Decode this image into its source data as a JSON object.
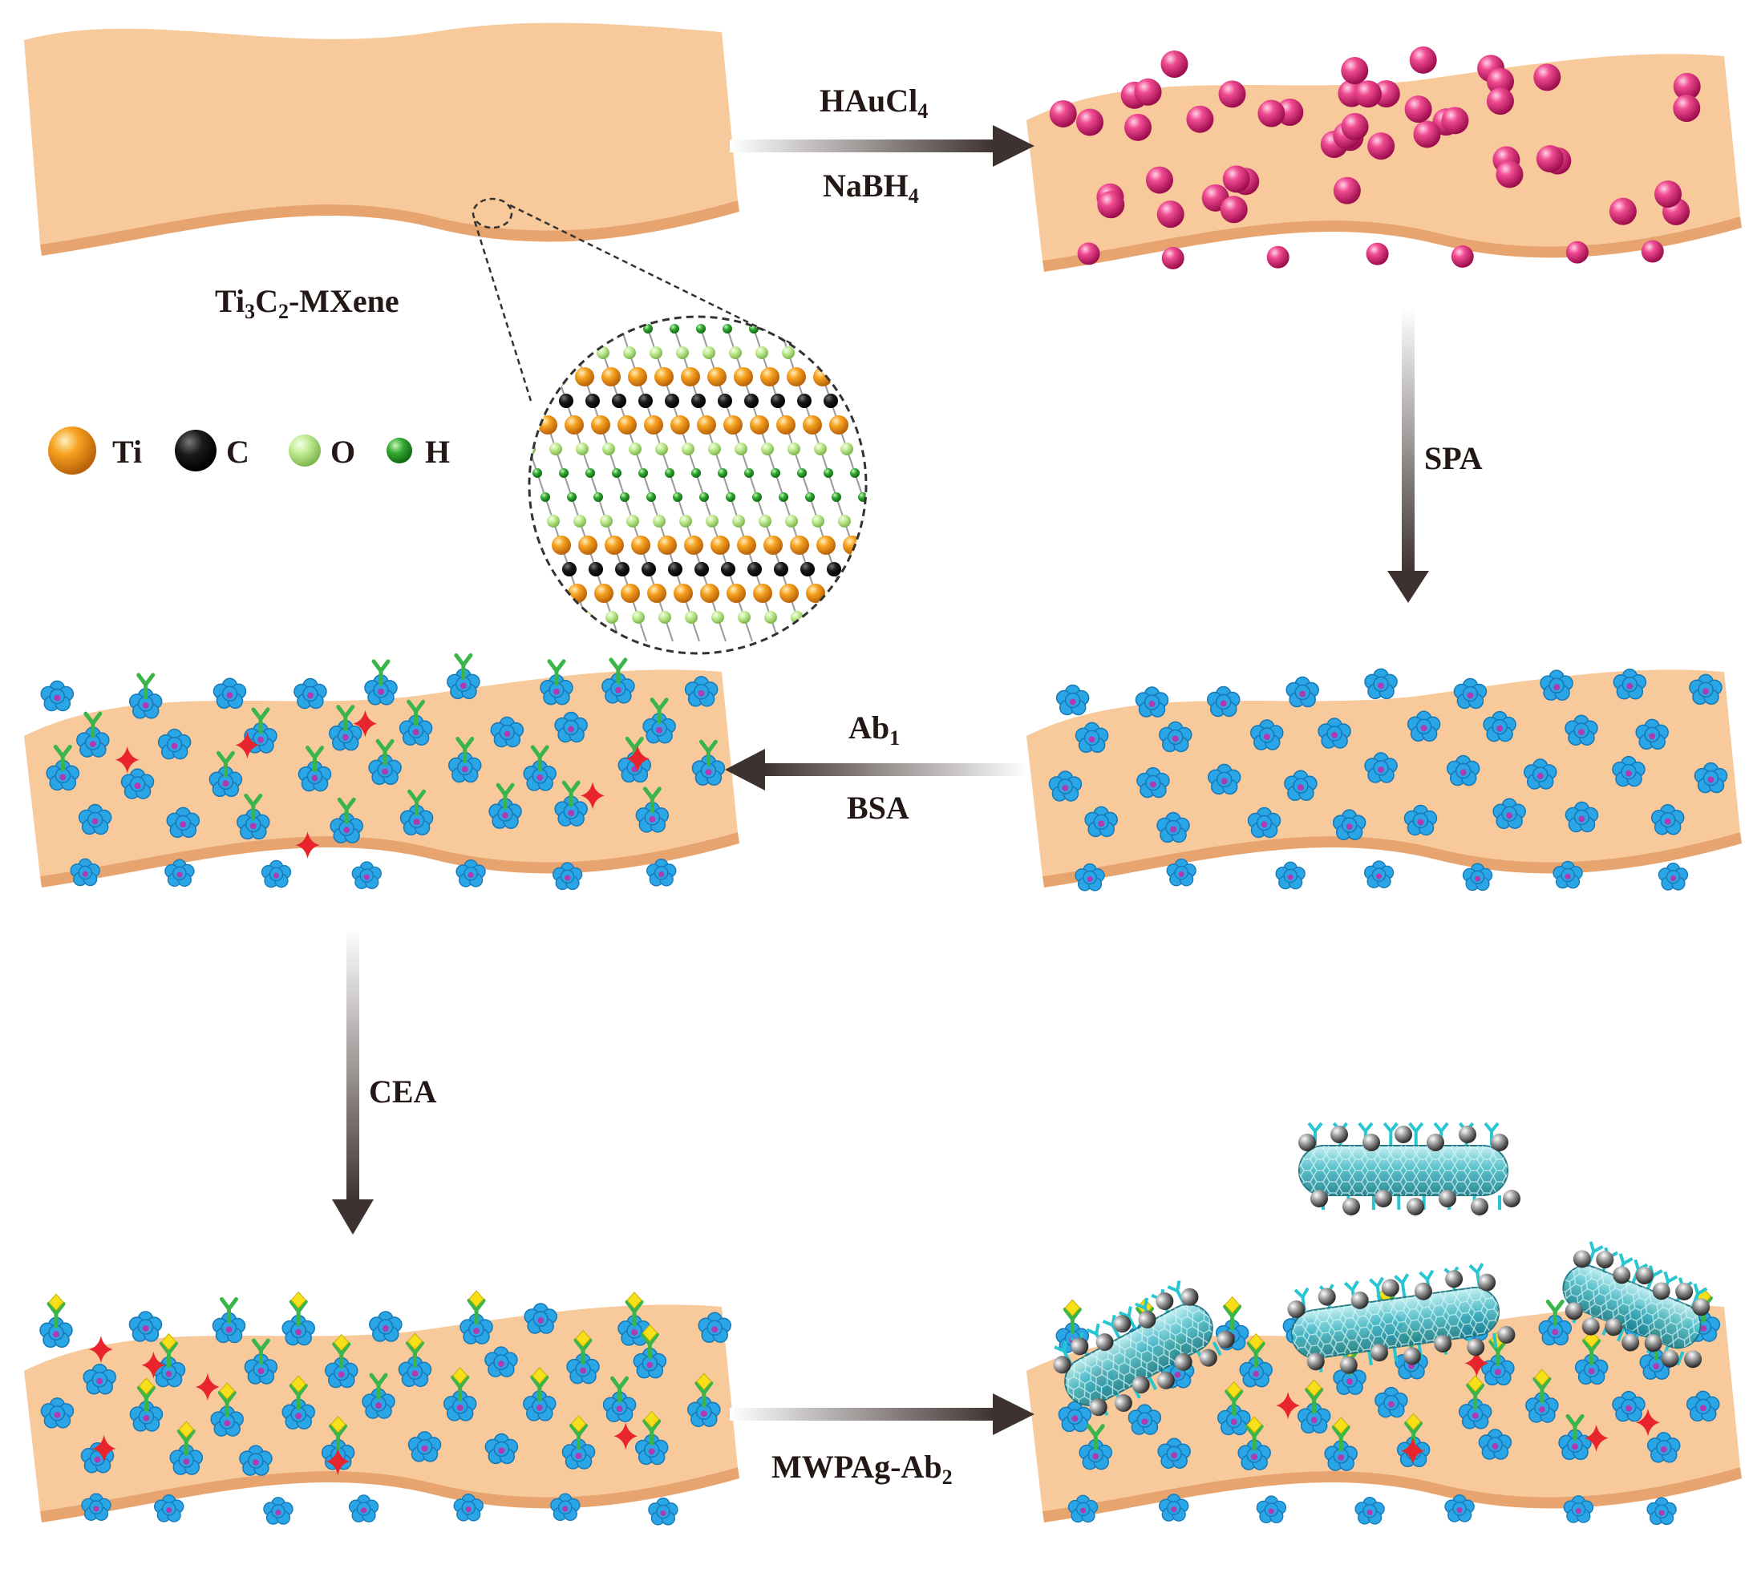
{
  "material_label": {
    "main": "Ti",
    "s1": "3",
    "mid": "C",
    "s2": "2",
    "tail": "-MXene"
  },
  "legend": [
    {
      "symbol": "Ti",
      "color": "#f39a1e"
    },
    {
      "symbol": "C",
      "color": "#111111"
    },
    {
      "symbol": "O",
      "color": "#b9e98a"
    },
    {
      "symbol": "H",
      "color": "#3aa83a"
    }
  ],
  "steps": {
    "step1_top": {
      "main": "HAuCl",
      "sub": "4"
    },
    "step1_bottom": {
      "main": "NaBH",
      "sub": "4"
    },
    "step2": "SPA",
    "step3_top": {
      "main": "Ab",
      "sub": "1"
    },
    "step3_bottom": "BSA",
    "step4": "CEA",
    "step5": {
      "main": "MWPAg-Ab",
      "sub": "2"
    }
  },
  "colors": {
    "sheet": "#f7c99b",
    "sheet_edge": "#e7a46f",
    "gold_np": "#e0287a",
    "protein": "#2aa6e6",
    "antibody": "#3ab54a",
    "bsa": "#e8242d",
    "antigen": "#f7e01a",
    "nanotube": "#2fa6b2",
    "ag_np": "#8c8c8c",
    "arrow": "#4a3f3c"
  }
}
